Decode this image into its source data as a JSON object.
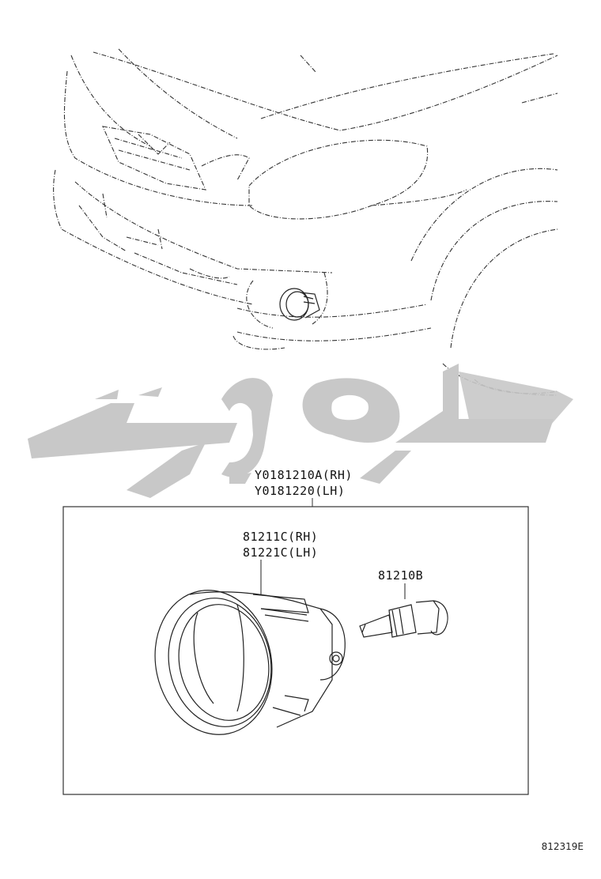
{
  "assembly": {
    "part_rh": "Y0181210A(RH)",
    "part_lh": "Y0181220(LH)"
  },
  "housing": {
    "part_rh": "81211C(RH)",
    "part_lh": "81221C(LH)"
  },
  "bulb": {
    "part": "81210B"
  },
  "drawing_code": "812319E",
  "watermark": {
    "text": "تويوتا",
    "color": "#c8c8c8"
  },
  "colors": {
    "line": "#222222",
    "frame": "#333333"
  }
}
